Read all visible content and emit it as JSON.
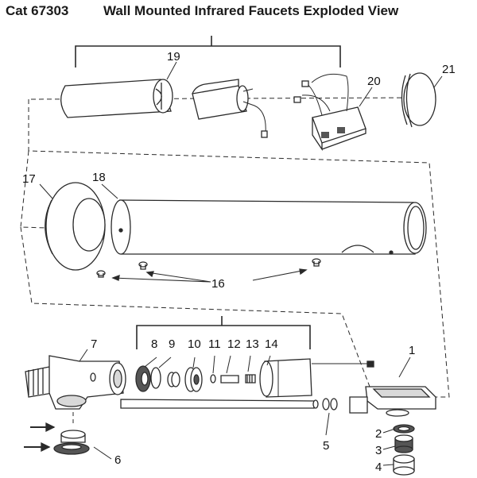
{
  "title": {
    "code": "Cat 67303",
    "main": "Wall Mounted Infrared Faucets Exploded View"
  },
  "part_labels": {
    "p1": "1",
    "p2": "2",
    "p3": "3",
    "p4": "4",
    "p5": "5",
    "p6": "6",
    "p7": "7",
    "p8": "8",
    "p9": "9",
    "p10": "10",
    "p11": "11",
    "p12": "12",
    "p13": "13",
    "p14": "14",
    "p16": "16",
    "p17": "17",
    "p18": "18",
    "p19": "19",
    "p20": "20",
    "p21": "21"
  },
  "colors": {
    "line": "#2a2a2a",
    "fill": "#ffffff",
    "shade": "#d9d9d9",
    "dark": "#555555"
  }
}
